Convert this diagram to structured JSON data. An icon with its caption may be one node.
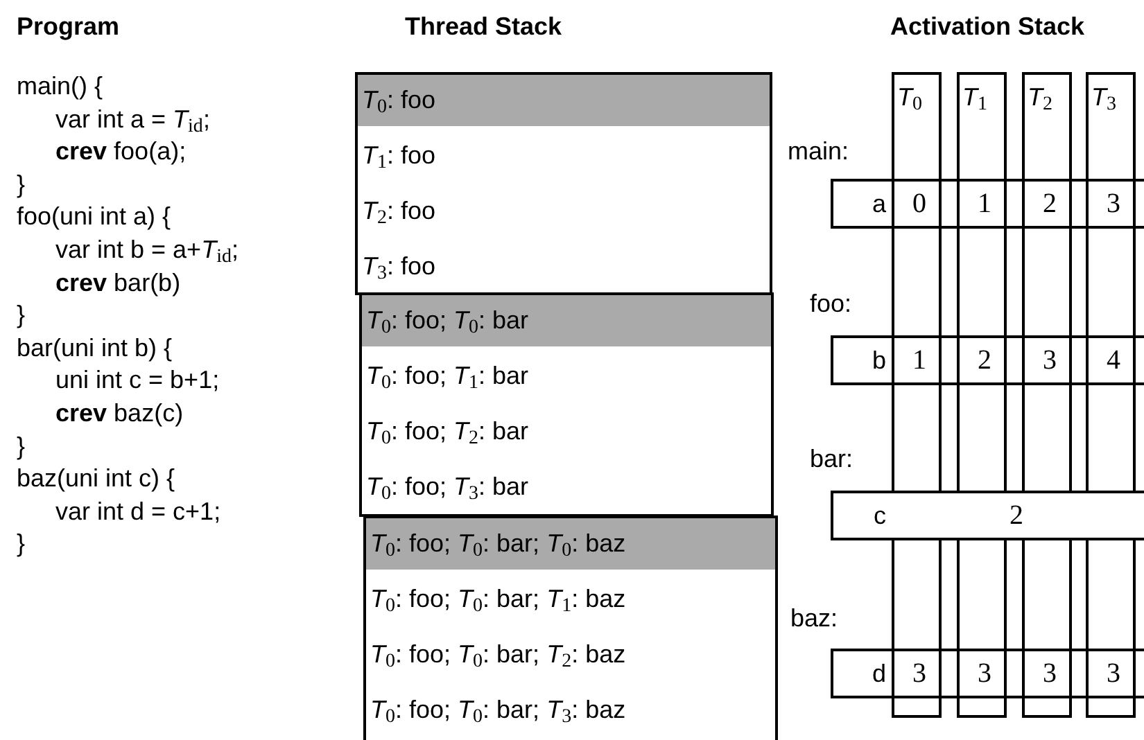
{
  "diagram": {
    "nodes": [
      {
        "text": [],
        "shape": "box"
      },
      {
        "text": [
          "*T*$_{0}$: foo"
        ],
        "in": 0
      },
      {
        "text": [
          "*T*$_{1}$: foo"
        ],
        "in": 0
      },
      {
        "text": [
          "*T*$_{2}$: foo"
        ],
        "in": 0
      },
      {
        "text": [
          "*T*$_{3}$: foo"
        ],
        "in": 0
      },
      {
        "text": [],
        "shape": "box"
      },
      {
        "text": [
          "*T*$_{0}$: foo; *T*$_{0}$: bar"
        ],
        "in": 5
      },
      {
        "text": [
          "*T*$_{0}$: foo; *T*$_{1}$: bar"
        ],
        "in": 5
      },
      {
        "text": [
          "*T*$_{0}$: foo; *T*$_{2}$: bar"
        ],
        "in": 5
      },
      {
        "text": [
          "*T*$_{0}$: foo; *T*$_{3}$: bar"
        ],
        "in": 5
      },
      {
        "text": [],
        "shape": "box"
      },
      {
        "text": [
          "*T*$_{0}$: foo; *T*$_{0}$: bar; *T*$_{0}$: baz"
        ],
        "in": 10
      },
      {
        "text": [
          "*T*$_{0}$: foo; *T*$_{0}$: bar; *T*$_{1}$: baz"
        ],
        "in": 10
      },
      {
        "text": [
          "*T*$_{0}$: foo; *T*$_{0}$: bar; *T*$_{2}$: baz"
        ],
        "in": 10
      },
      {
        "text": [
          "*T*$_{0}$: foo; *T*$_{0}$: bar; *T*$_{3}$: baz"
        ],
        "in": 10
      },
      {
        "text": [
          "*T*$_{0}$"
        ]
      },
      {
        "text": [
          "*T*$_{1}$"
        ]
      },
      {
        "text": [
          "*T*$_{2}$"
        ]
      },
      {
        "text": [
          "*T*$_{3}$"
        ]
      },
      {
        "text": [
          "a",
          "0",
          "1",
          "2",
          "3"
        ]
      },
      {
        "text": [
          "b",
          "1",
          "2",
          "3",
          "4"
        ]
      },
      {
        "text": [
          "c",
          "2"
        ]
      },
      {
        "text": [
          "d",
          "3",
          "3",
          "3",
          "3"
        ]
      }
    ],
    "labels": [
      "Program",
      "Thread Stack",
      "Activation Stack",
      "main() {",
      "var int a = *T*$_{id}$;",
      "**crev** foo(a);",
      "}",
      "foo(uni int a) {",
      "var int b = a+*T*$_{id}$;",
      "**crev** bar(b)",
      "}",
      "bar(uni int b) {",
      "uni int c = b+1;",
      "**crev** baz(c)",
      "}",
      "baz(uni int c) {",
      "var int d = c+1;",
      "}",
      "main:",
      "foo:",
      "bar:",
      "baz:"
    ]
  }
}
